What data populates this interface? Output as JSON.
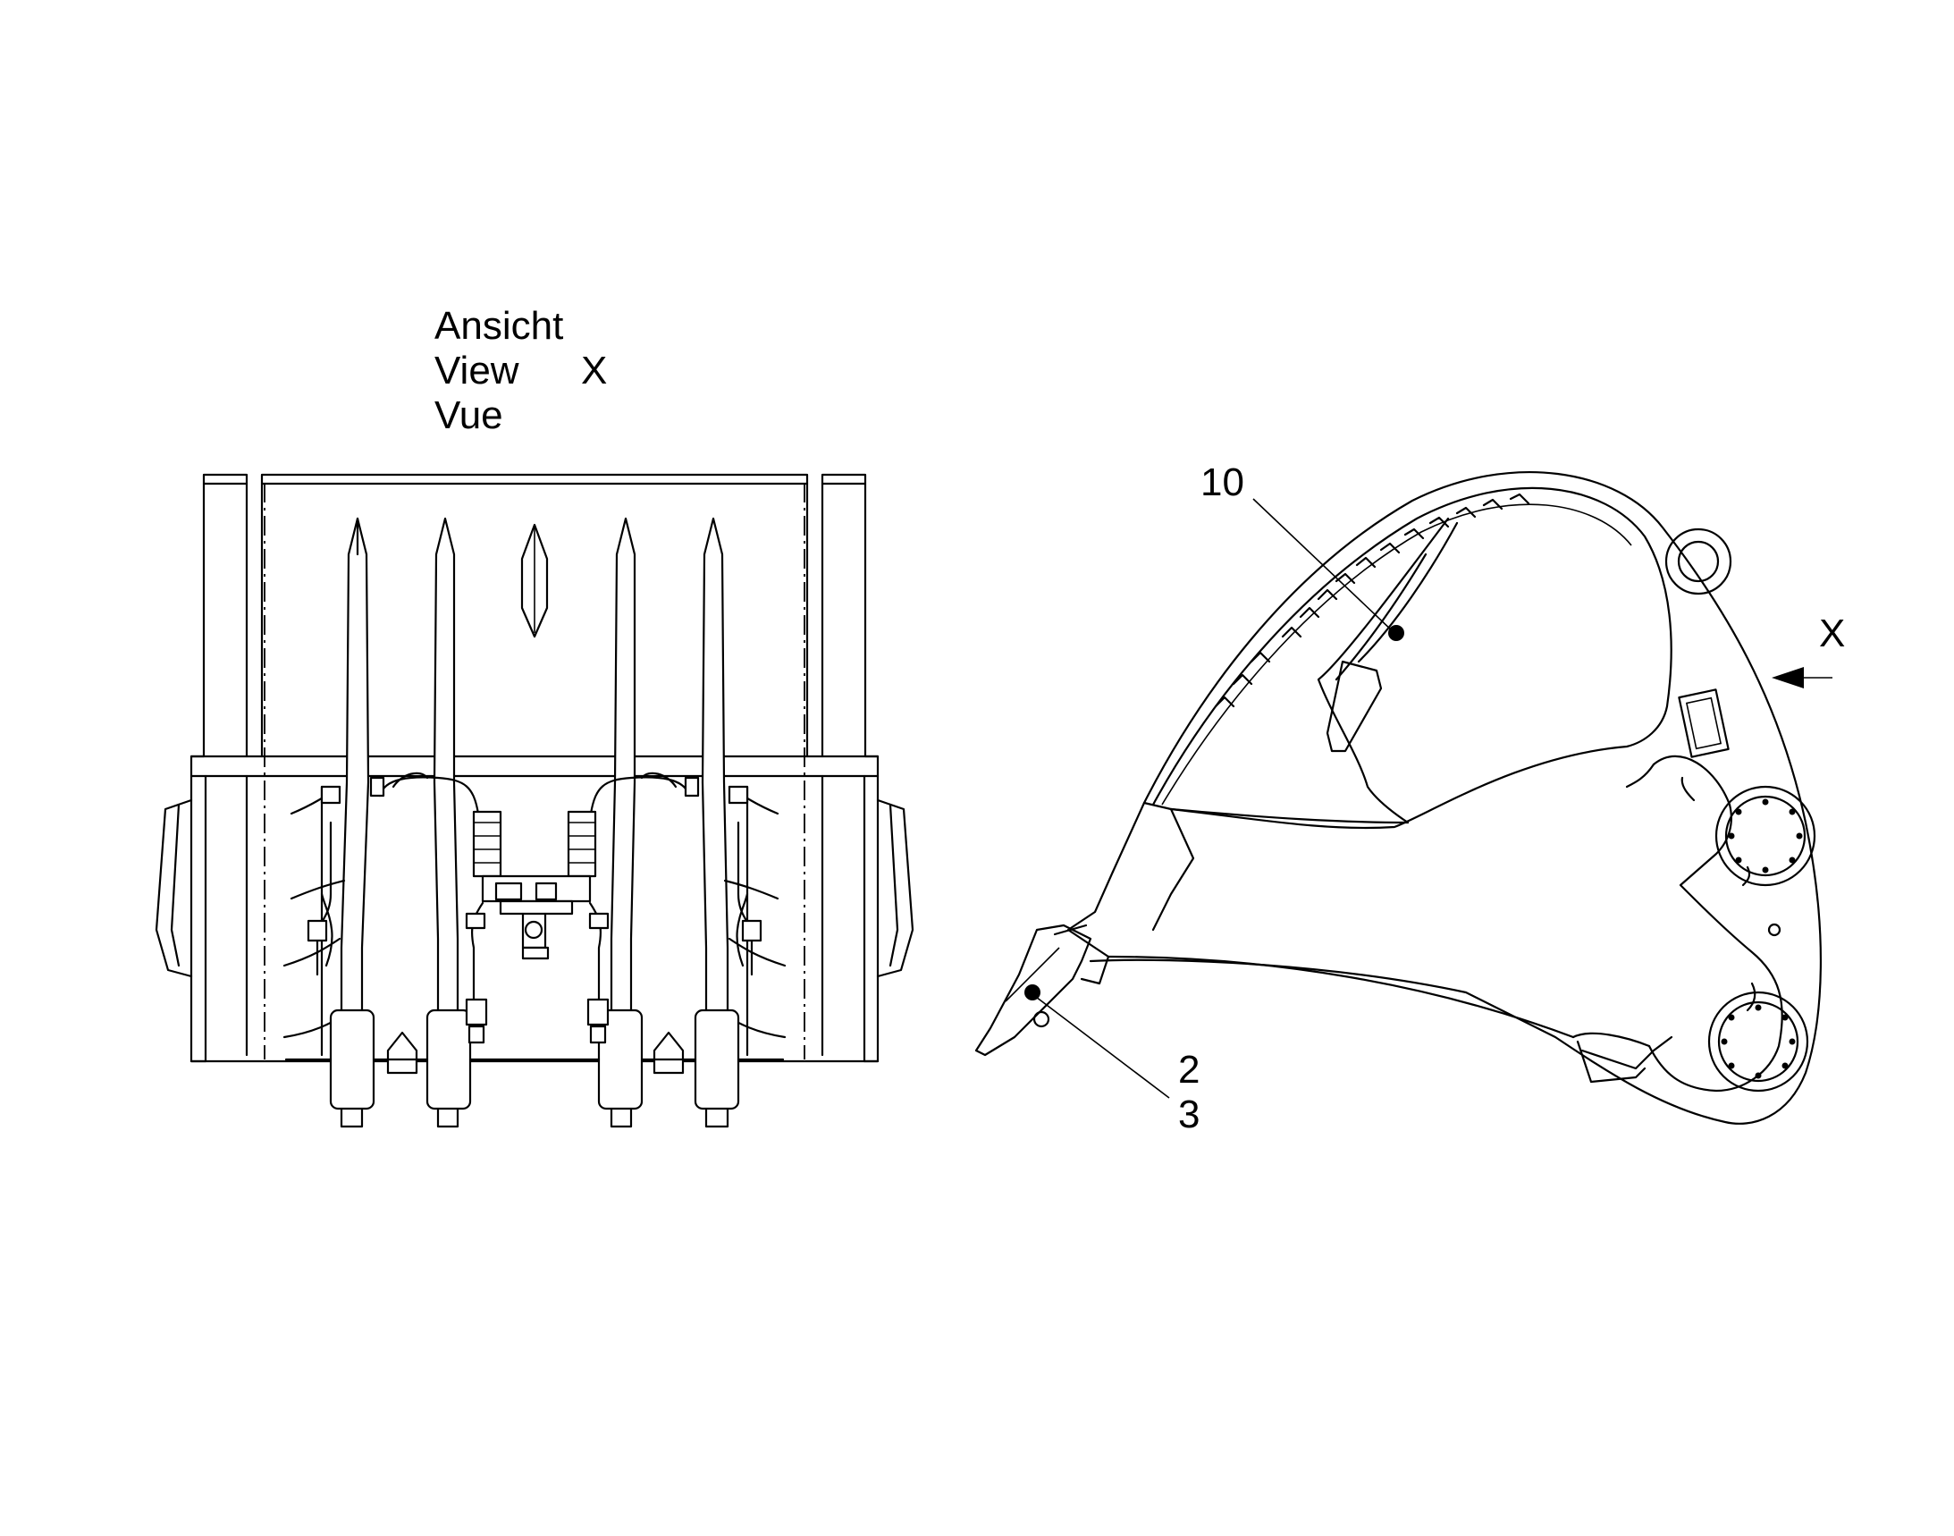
{
  "view_caption": {
    "de": "Ansicht",
    "en": "View",
    "fr": "Vue",
    "view_letter": "X"
  },
  "callouts": {
    "item_10": "10",
    "item_2": "2",
    "item_3": "3",
    "view_arrow_letter": "X"
  }
}
